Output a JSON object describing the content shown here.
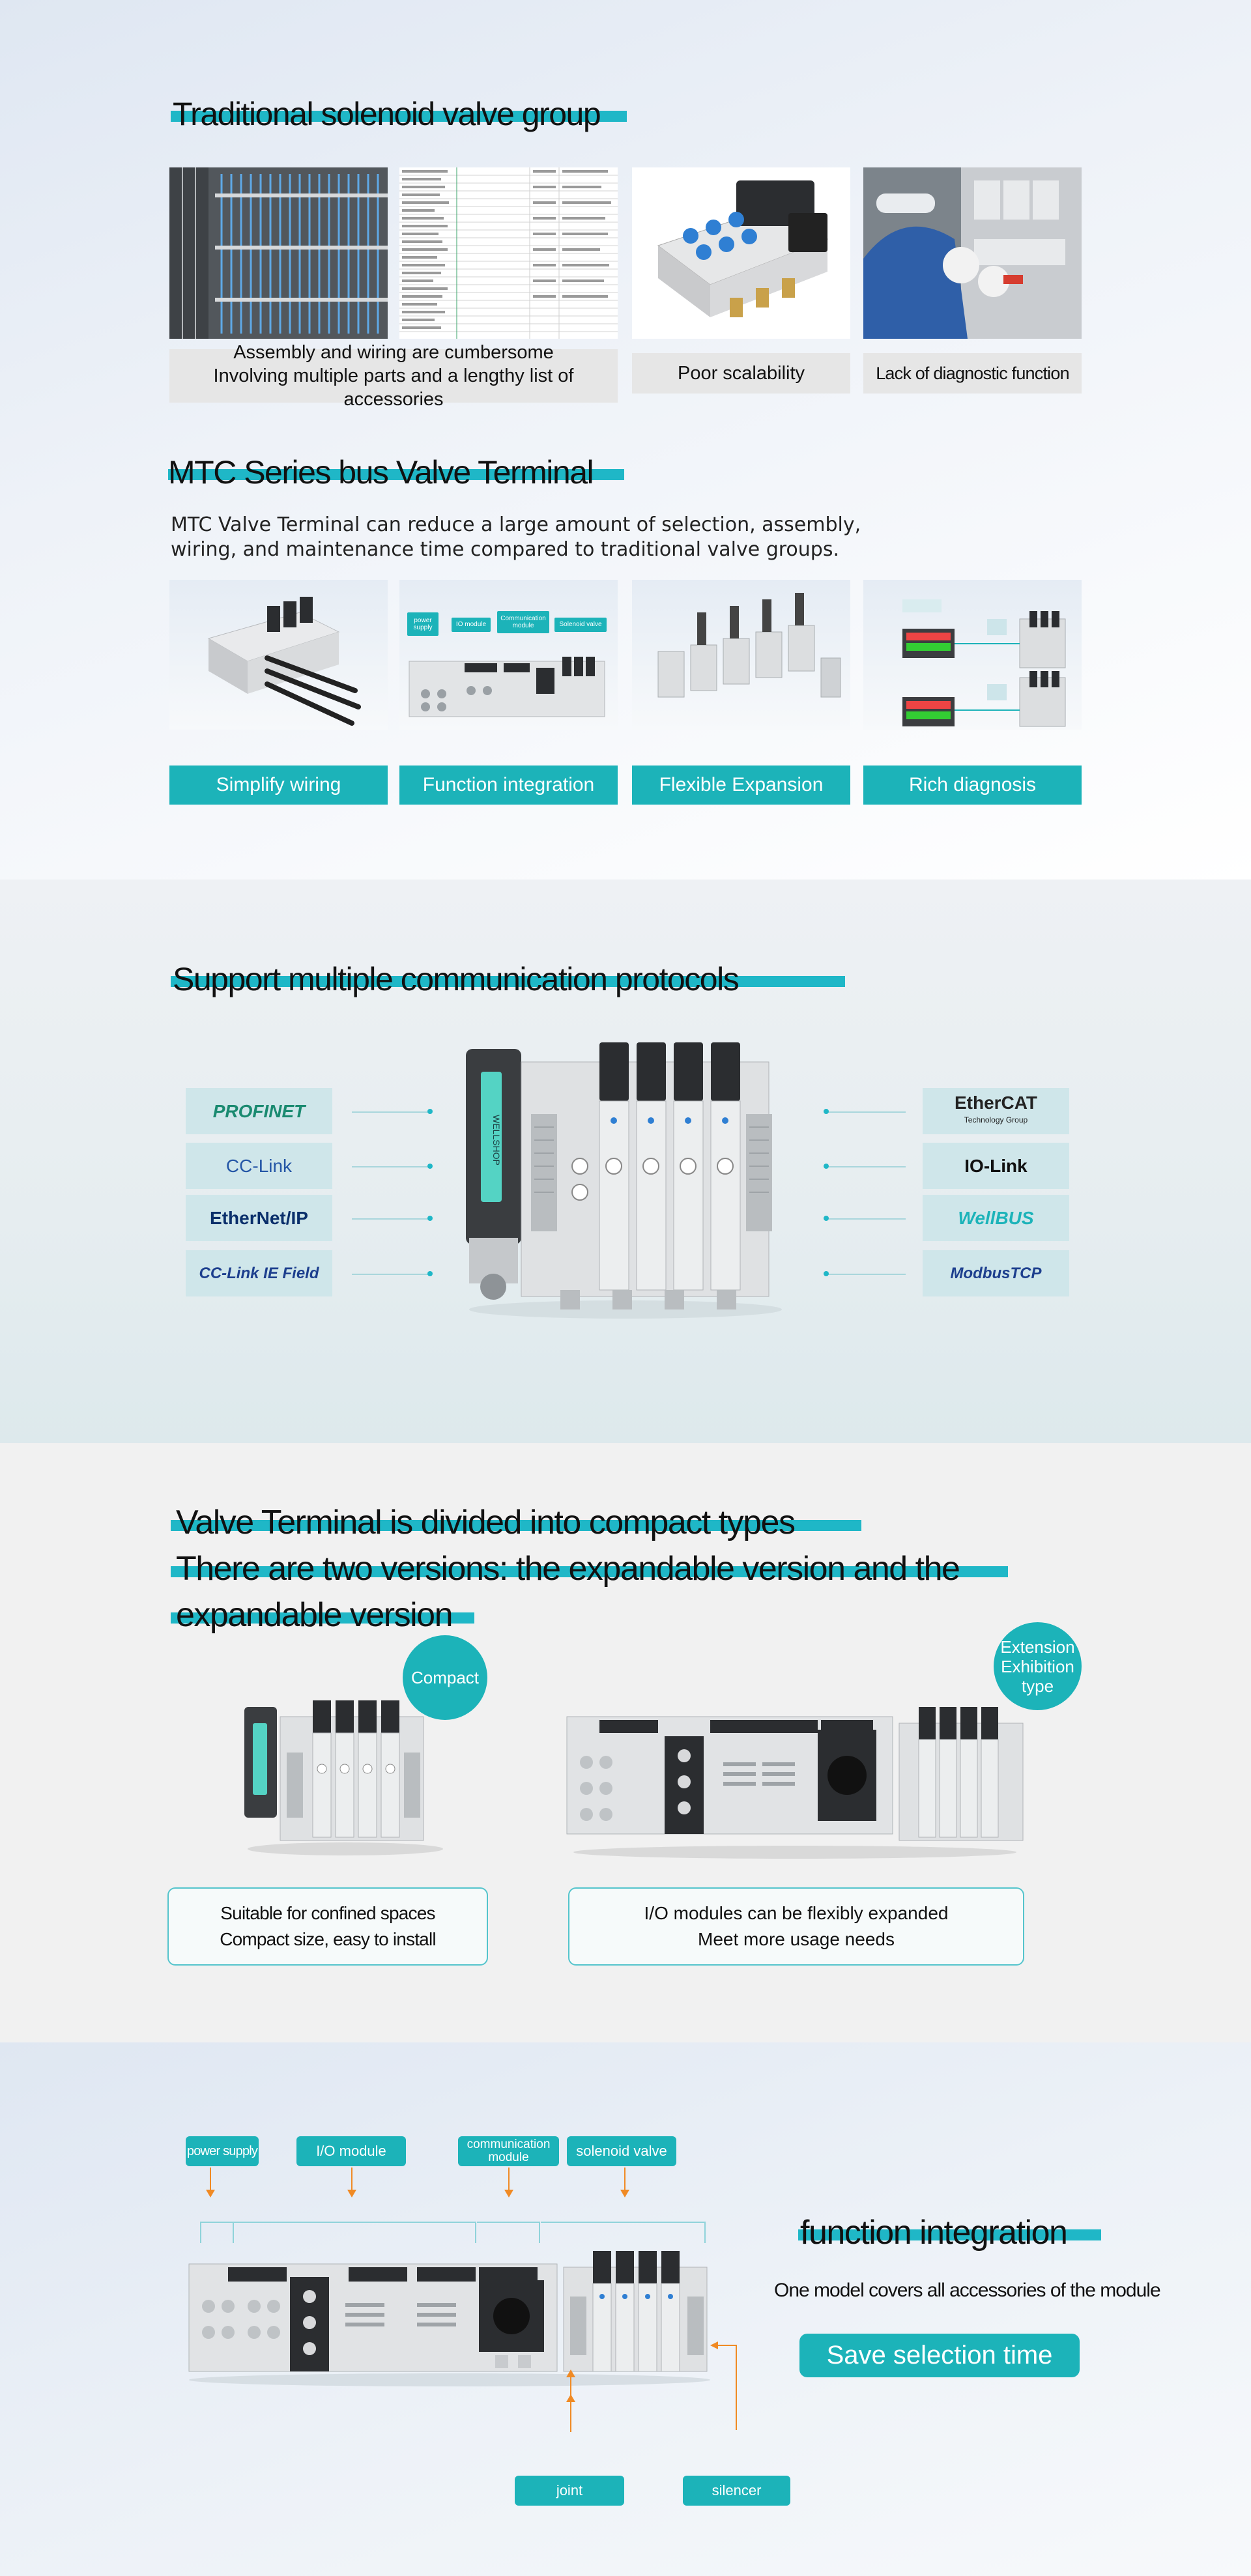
{
  "sec1": {
    "title": "Traditional solenoid valve group",
    "captions": {
      "assembly_line1": "Assembly and wiring are cumbersome",
      "assembly_line2": "Involving multiple parts and a lengthy list of accessories",
      "scalability": "Poor scalability",
      "diagnostic": "Lack of diagnostic function"
    },
    "mtc_title": "MTC Series bus Valve Terminal",
    "mtc_desc_line1": "MTC Valve Terminal can reduce a large amount of selection, assembly,",
    "mtc_desc_line2": "wiring, and maintenance time compared to traditional valve groups.",
    "features": [
      "Simplify wiring",
      "Function integration",
      "Flexible Expansion",
      "Rich diagnosis"
    ],
    "diagram_labels": {
      "power": "power supply",
      "io": "IO module",
      "comm": "Communication module",
      "valve": "Solenoid valve"
    }
  },
  "sec2": {
    "title": "Support multiple communication protocols",
    "left_protocols": [
      "PROFINET",
      "CC-Link",
      "EtherNet/IP",
      "CC-Link IE Field"
    ],
    "right_protocols": [
      "EtherCAT",
      "IO-Link",
      "WellBUS",
      "ModbusTCP"
    ],
    "ethercat_sub": "Technology Group",
    "device_brand": "WELLSHOP"
  },
  "sec3": {
    "title_line1": "Valve Terminal is divided into compact types",
    "title_line2": "There are two versions: the expandable version and the",
    "title_line3": "expandable version",
    "compact_badge": "Compact",
    "ext_badge_line1": "Extension",
    "ext_badge_line2": "Exhibition",
    "ext_badge_line3": "type",
    "compact_box_line1": "Suitable for confined spaces",
    "compact_box_line2": "Compact size, easy to install",
    "ext_box_line1": "I/O modules can be flexibly expanded",
    "ext_box_line2": "Meet more usage needs"
  },
  "sec4": {
    "tags": {
      "power": "power supply",
      "io": "I/O module",
      "comm_line1": "communication",
      "comm_line2": "module",
      "valve": "solenoid valve",
      "joint": "joint",
      "silencer": "silencer"
    },
    "title": "function integration",
    "subtitle": "One model covers all accessories of the module",
    "button": "Save selection time"
  },
  "colors": {
    "accent": "#1cb3b9",
    "underline": "#1fb7c7",
    "arrow": "#f08a24"
  }
}
